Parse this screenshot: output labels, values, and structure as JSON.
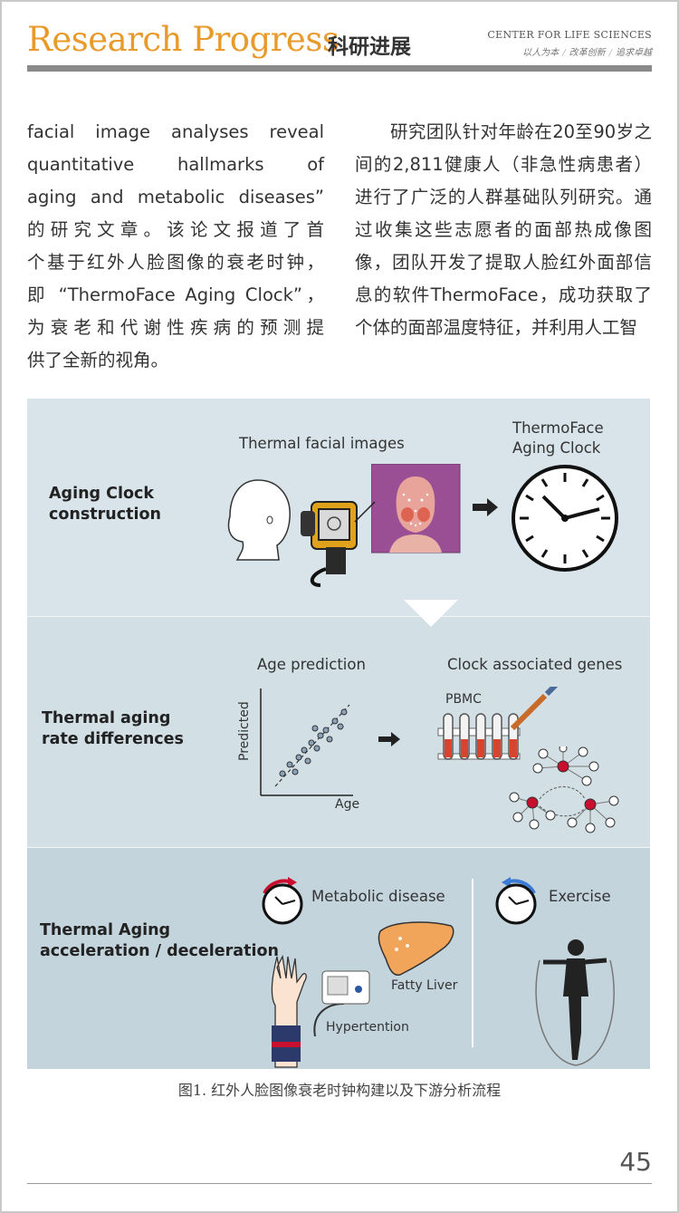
{
  "header": {
    "title_en": "Research Progress",
    "title_cn": "科研进展",
    "center_name": "CENTER FOR LIFE SCIENCES",
    "mottos": [
      "以人为本",
      "改革创新",
      "追求卓越"
    ]
  },
  "body": {
    "left_lines": [
      "facial image analyses reveal",
      "quantitative hallmarks of",
      "aging and metabolic diseases”",
      "的研究文章。该论文报道了首",
      "个基于红外人脸图像的衰老时钟，",
      "即 “ThermoFace Aging Clock”，",
      "为衰老和代谢性疾病的预测提",
      "供了全新的视角。"
    ],
    "right_text": "研究团队针对年龄在20至90岁之间的2,811健康人（非急性病患者）进行了广泛的人群基础队列研究。通过收集这些志愿者的面部热成像图像，团队开发了提取人脸红外面部信息的软件ThermoFace，成功获取了个体的面部温度特征，并利用人工智"
  },
  "figure": {
    "row1": {
      "label": "Aging Clock construction",
      "images_title": "Thermal facial images",
      "clock_title_1": "ThermoFace",
      "clock_title_2": "Aging Clock"
    },
    "row2": {
      "label": "Thermal aging rate differences",
      "age_prediction": "Age prediction",
      "y_axis": "Predicted",
      "x_axis": "Age",
      "genes_title": "Clock associated genes",
      "pbmc": "PBMC"
    },
    "row3": {
      "label_1": "Thermal Aging",
      "label_2": "acceleration / deceleration",
      "metabolic": "Metabolic disease",
      "exercise": "Exercise",
      "fatty_liver": "Fatty Liver",
      "hypertension": "Hypertention"
    },
    "colors": {
      "band1": "#d8e4e9",
      "band2": "#d2e0e6",
      "band3": "#c3d4dc",
      "thermal_bg": "#9a4f95",
      "accent_red": "#c8102e"
    }
  },
  "caption": "图1. 红外人脸图像衰老时钟构建以及下游分析流程",
  "page_number": "45"
}
